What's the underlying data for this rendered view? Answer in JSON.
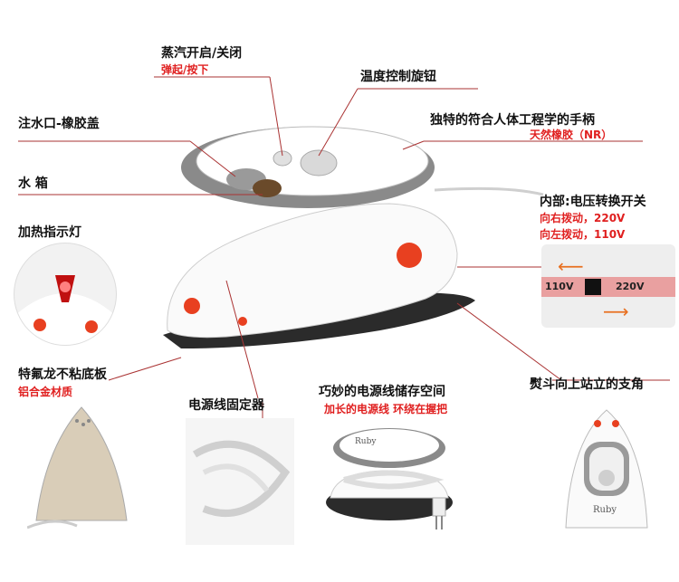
{
  "labels": {
    "steam": "蒸汽开启/关闭",
    "steam_sub": "弹起/按下",
    "temp": "温度控制旋钮",
    "inlet": "注水口-橡胶盖",
    "handle": "独特的符合人体工程学的手柄",
    "handle_sub": "天然橡胶（NR）",
    "tank": "水 箱",
    "voltage": "内部:电压转换开关",
    "voltage_sub1": "向右拨动，220V",
    "voltage_sub2": "向左拨动，110V",
    "indicator": "加热指示灯",
    "soleplate": "特氟龙不粘底板",
    "soleplate_sub": "铝合金材质",
    "cord_fix": "电源线固定器",
    "cord_storage": "巧妙的电源线储存空间",
    "cord_storage_sub": "加长的电源线 环绕在握把",
    "stand": "熨斗向上站立的支角"
  },
  "switch": {
    "left": "110V",
    "right": "220V"
  },
  "brand": "Ruby",
  "colors": {
    "accent": "#e02020",
    "line": "#aa3333",
    "body": "#f7f7f7",
    "gray": "#8a8a8a",
    "light": "#e84020"
  }
}
